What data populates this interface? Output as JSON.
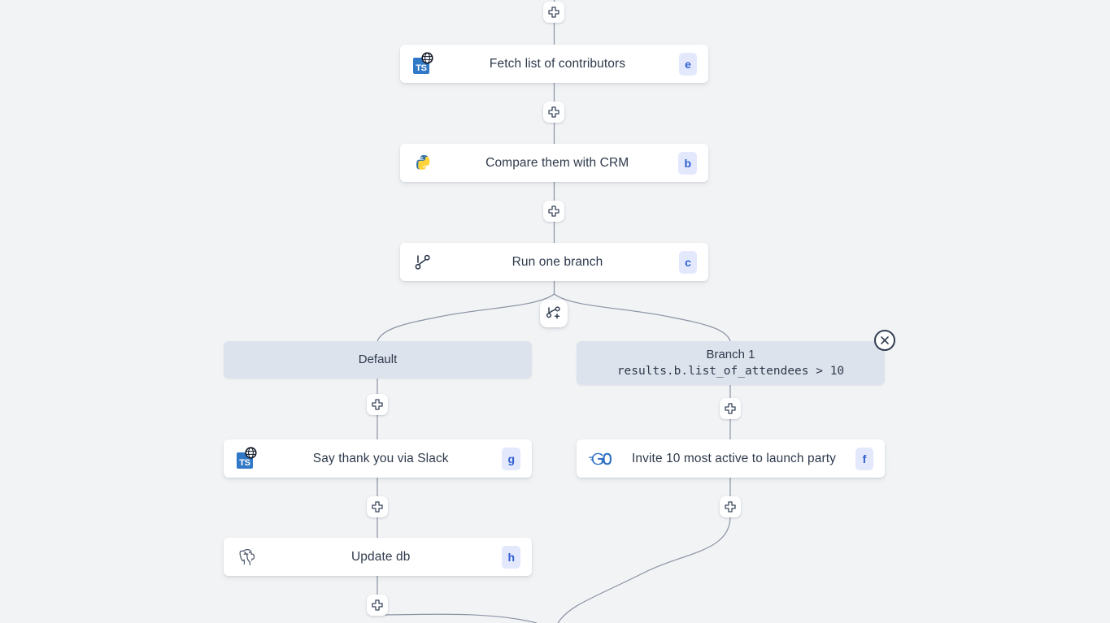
{
  "canvas": {
    "background_color": "#f1f3f5",
    "edge_color": "#8b93a3",
    "card_color": "#ffffff",
    "branch_label_color": "#dde3ec",
    "badge_bg_color": "#e3e8fd",
    "badge_text_color": "#2f5fd0",
    "text_color": "#2f3a4c"
  },
  "nodes": [
    {
      "id": "e",
      "title": "Fetch list of contributors",
      "badge": "e",
      "icon": "typescript-http-icon"
    },
    {
      "id": "b",
      "title": "Compare them with CRM",
      "badge": "b",
      "icon": "python-icon"
    },
    {
      "id": "c",
      "title": "Run one branch",
      "badge": "c",
      "icon": "git-branch-icon"
    },
    {
      "id": "g",
      "title": "Say thank you via Slack",
      "badge": "g",
      "icon": "typescript-http-icon"
    },
    {
      "id": "f",
      "title": "Invite 10 most active to launch party",
      "badge": "f",
      "icon": "golang-icon"
    },
    {
      "id": "h",
      "title": "Update db",
      "badge": "h",
      "icon": "postgresql-icon"
    }
  ],
  "branch_labels": [
    {
      "id": "default",
      "title": "Default",
      "expression": ""
    },
    {
      "id": "branch-1",
      "title": "Branch 1",
      "expression": "results.b.list_of_attendees > 10"
    }
  ],
  "buttons": {
    "add_step_label": "+",
    "add_branch_label": "add-branch",
    "close_label": "close"
  }
}
